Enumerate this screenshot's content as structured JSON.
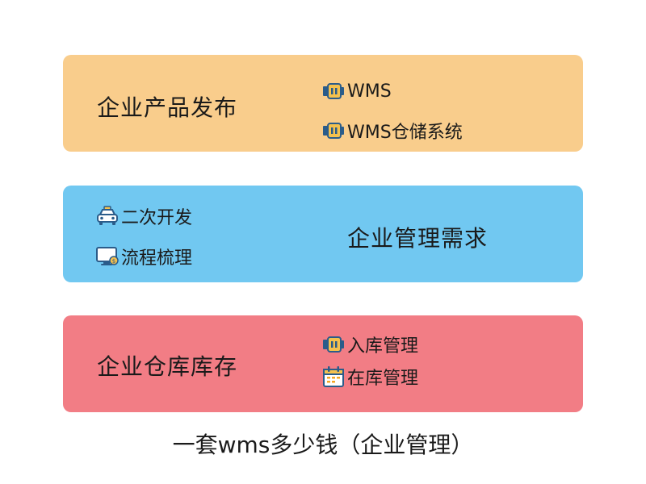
{
  "cards": [
    {
      "title": "企业产品发布",
      "color": "#f9cd8c",
      "items": [
        {
          "label": "WMS",
          "icon": "usb-plug-icon"
        },
        {
          "label": "WMS仓储系统",
          "icon": "usb-plug-icon"
        }
      ]
    },
    {
      "title": "企业管理需求",
      "color": "#71c8f1",
      "items": [
        {
          "label": "二次开发",
          "icon": "taxi-icon"
        },
        {
          "label": "流程梳理",
          "icon": "monitor-money-icon"
        }
      ]
    },
    {
      "title": "企业仓库库存",
      "color": "#f27d85",
      "items": [
        {
          "label": "入库管理",
          "icon": "usb-plug-icon"
        },
        {
          "label": "在库管理",
          "icon": "calendar-icon"
        }
      ]
    }
  ],
  "caption": "一套wms多少钱（企业管理）"
}
